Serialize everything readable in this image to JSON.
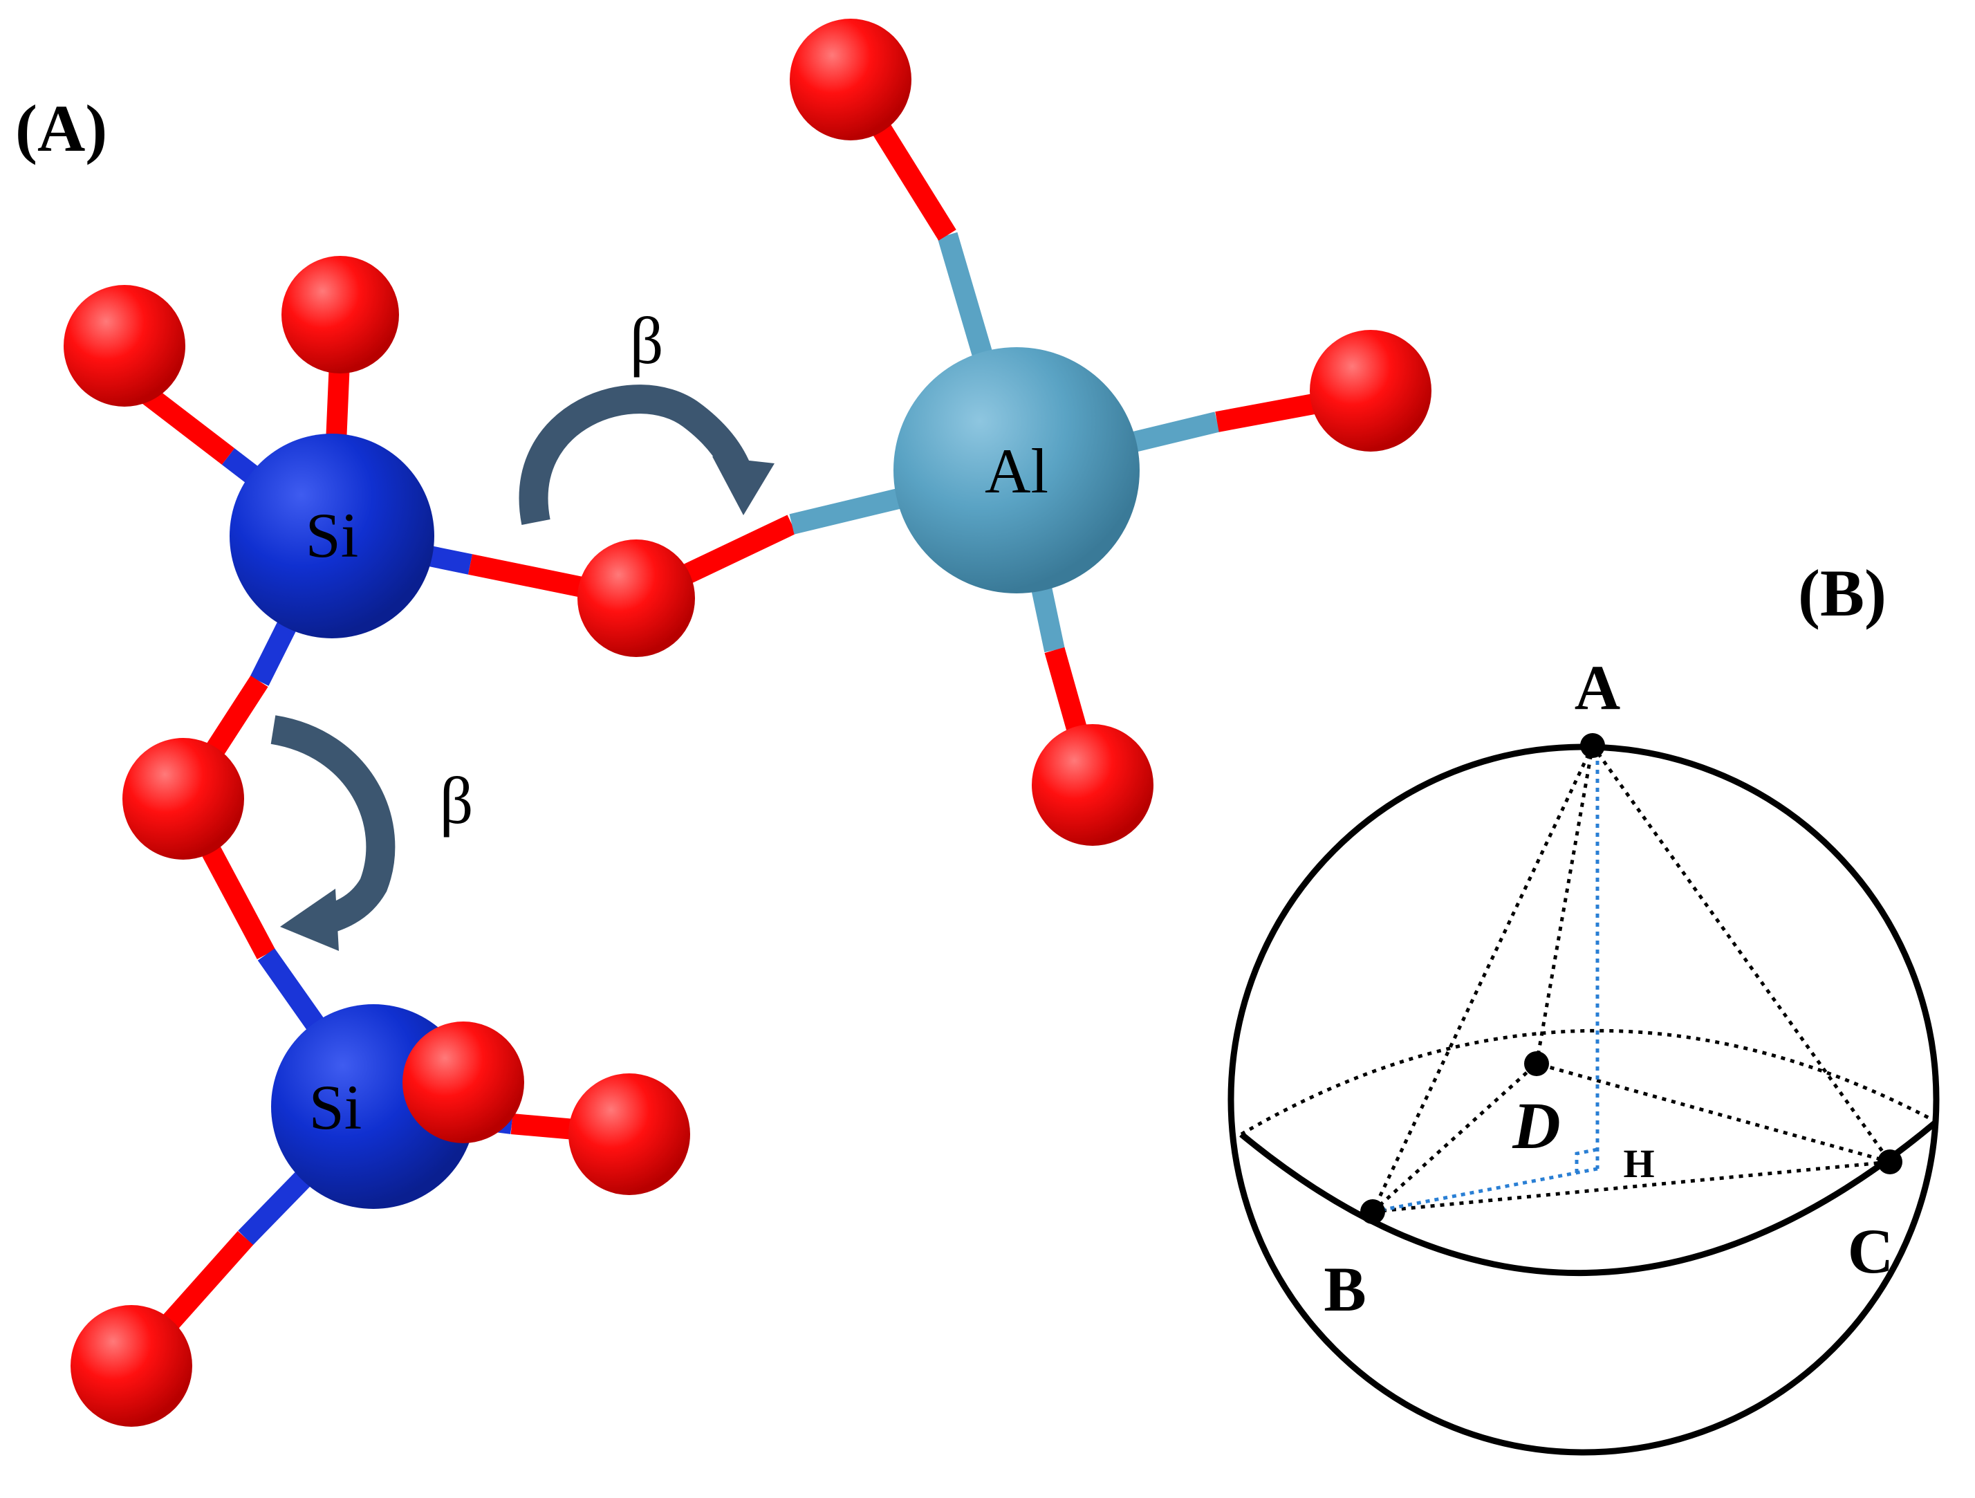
{
  "panels": {
    "a_label": "(A)",
    "b_label": "(B)"
  },
  "molecule": {
    "si_top_label": "Si",
    "si_bottom_label": "Si",
    "al_label": "Al",
    "beta_upper": "β",
    "beta_lower": "β",
    "colors": {
      "oxygen": "#ff0000",
      "silicon": "#1a35d8",
      "aluminum": "#5aa3c4",
      "arrow": "#3c5670"
    }
  },
  "geometry_diagram": {
    "point_a": "A",
    "point_b": "B",
    "point_c": "C",
    "point_d": "D",
    "point_h": "H",
    "colors": {
      "outline": "#000000",
      "height_line": "#2a7fd4"
    }
  }
}
